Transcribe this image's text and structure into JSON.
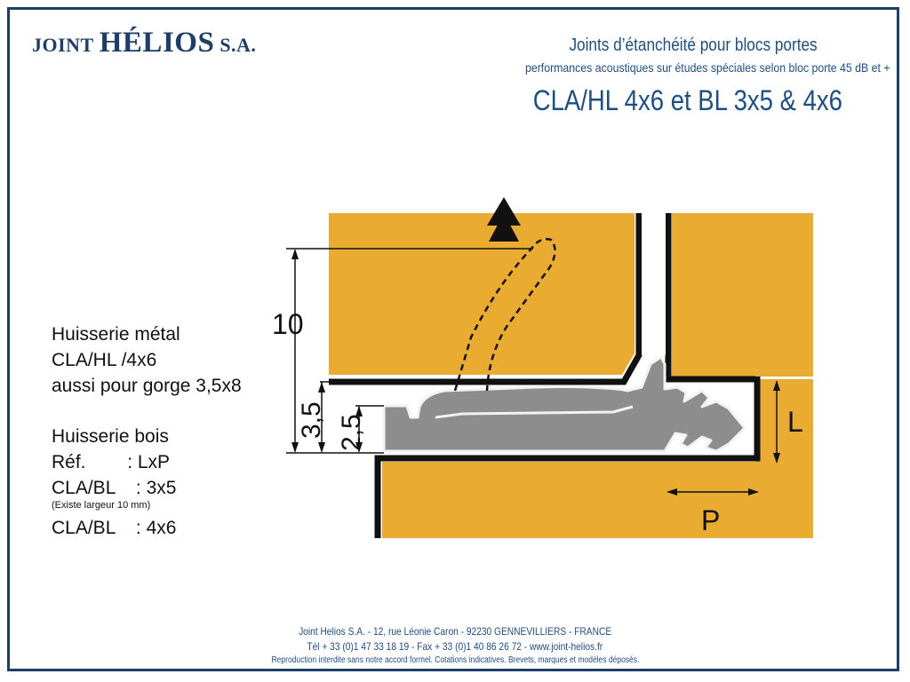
{
  "logo": {
    "word1": "JOINT",
    "word2": "HÉLIOS",
    "word3": "S.A."
  },
  "header": {
    "line1": "Joints d’étanchéité pour blocs portes",
    "line2": "performances acoustiques sur études spéciales selon bloc porte 45 dB et +",
    "line3": "CLA/HL 4x6 et BL 3x5 & 4x6"
  },
  "left_text": {
    "metal_title": "Huisserie métal",
    "metal_ref": "CLA/HL /4x6",
    "metal_note": "aussi pour gorge 3,5x8",
    "bois_title": "Huisserie bois",
    "ref_row": "Réf.        : LxP",
    "bl35_row": "CLA/BL    : 3x5",
    "bl35_note": "(Existe largeur 10 mm)",
    "bl46_row": "CLA/BL    : 4x6"
  },
  "diagram": {
    "dim_10": "10",
    "dim_35": "3,5",
    "dim_25": "2,5",
    "dim_L": "L",
    "dim_P": "P",
    "colors": {
      "frame": "#e9ab30",
      "seal": "#8d8d8d",
      "outline": "#111111",
      "brand": "#1b3e6b"
    }
  },
  "footer": {
    "line1": "Joint Helios S.A.  -  12, rue Léonie Caron  -  92230 GENNEVILLIERS  -  FRANCE",
    "line2": "Tél + 33 (0)1 47 33 18 19  -  Fax + 33 (0)1 40 86 26 72  -  www.joint-helios.fr",
    "line3": "Reproduction interdite sans notre accord formel. Cotations indicatives. Brevets, marques et modèles déposés."
  }
}
